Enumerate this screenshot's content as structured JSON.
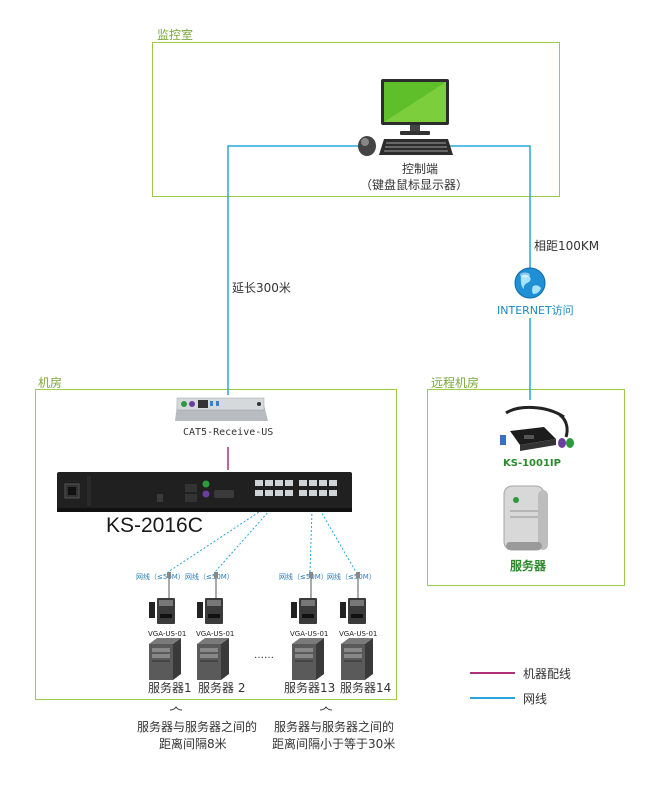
{
  "zones": {
    "monitor_room": "监控室",
    "machine_room": "机房",
    "remote_room": "远程机房"
  },
  "console": {
    "label": "控制端",
    "sublabel": "（键盘鼠标显示器）"
  },
  "links": {
    "extension": "延长300米",
    "distance": "相距100KM",
    "internet": "INTERNET访问"
  },
  "devices": {
    "receiver": "CAT5-Receive-US",
    "kvm_switch": "KS-2016C",
    "ip_module": "KS-1001IP",
    "remote_server": "服务器"
  },
  "cable_note": "网线（≤50M）",
  "adapter": "VGA-US-01",
  "servers": [
    "服务器1",
    "服务器 2",
    "服务器13",
    "服务器14"
  ],
  "ellipsis": "……",
  "notes": {
    "left": [
      "服务器与服务器之间的",
      "距离间隔8米"
    ],
    "right": [
      "服务器与服务器之间的",
      "距离间隔小于等于30米"
    ]
  },
  "legend": {
    "machine_cable": "机器配线",
    "network_cable": "网线"
  },
  "colors": {
    "zone_border": "#9ccb4a",
    "network_line": "#2aa6d8",
    "machine_line": "#b0307a"
  }
}
